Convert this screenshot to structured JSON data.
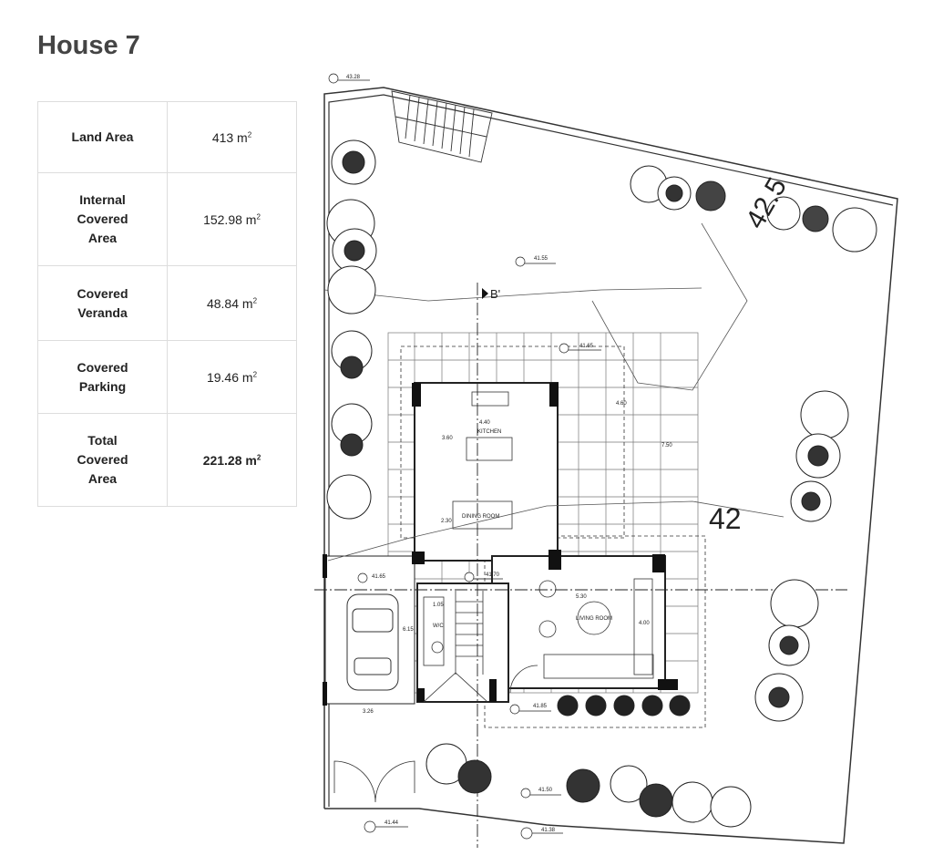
{
  "title": "House 7",
  "areas": [
    {
      "label": "Land Area",
      "value": "413 m",
      "unit_sup": "2",
      "bold": false
    },
    {
      "label": "Internal Covered Area",
      "value": "152.98 m",
      "unit_sup": "2",
      "bold": false
    },
    {
      "label": "Covered Veranda",
      "value": "48.84 m",
      "unit_sup": "2",
      "bold": false
    },
    {
      "label": "Covered Parking",
      "value": "19.46 m",
      "unit_sup": "2",
      "bold": false
    },
    {
      "label": "Total Covered Area",
      "value": "221.28 m",
      "unit_sup": "2",
      "bold": true
    }
  ],
  "plan": {
    "section_marker": "B'",
    "contour_42": "42",
    "contour_425": "42.5",
    "rooms": {
      "kitchen": "KITCHEN",
      "dining": "DINING ROOM",
      "living": "LIVING ROOM",
      "wc": "W/C"
    },
    "levels": [
      "43.28",
      "41.55",
      "41.65",
      "41.70",
      "41.65",
      "41.85",
      "41.44",
      "41.50",
      "41.38"
    ],
    "dims": [
      "4.40",
      "3.60",
      "4.60",
      "7.50",
      "2.30",
      "5.30",
      "4.00",
      "1.05",
      "6.15",
      "3.26"
    ]
  }
}
